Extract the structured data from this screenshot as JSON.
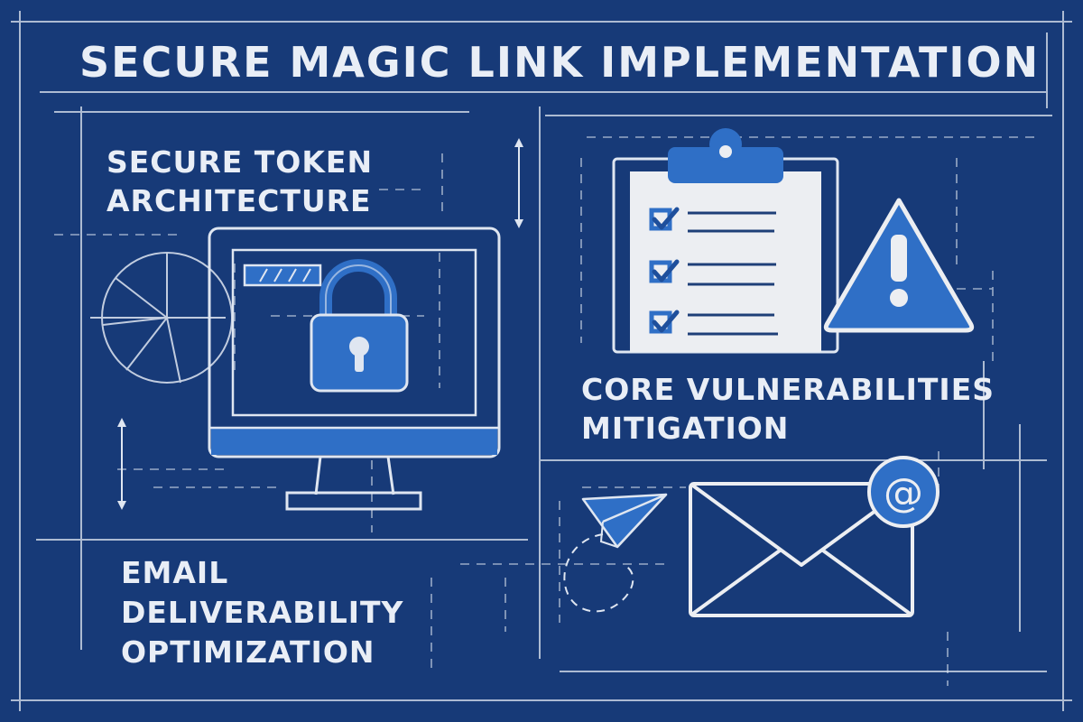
{
  "title": "SECURE MAGIC LINK IMPLEMENTATION",
  "sections": {
    "token": {
      "line1": "SECURE TOKEN",
      "line2": "ARCHITECTURE"
    },
    "core": {
      "line1": "CORE VULNERABILITIES",
      "line2": "MITIGATION"
    },
    "email": {
      "line1": "EMAIL",
      "line2": "DELIVERABILITY",
      "line3": "OPTIMIZATION"
    }
  },
  "icons": {
    "monitor": "monitor-icon",
    "padlock": "padlock-icon",
    "clipboard": "clipboard-checklist-icon",
    "warning": "warning-triangle-icon",
    "envelope": "envelope-icon",
    "at_symbol": "at-sign-icon",
    "paper_plane": "paper-plane-icon",
    "pie": "pie-chart-sketch-icon"
  },
  "colors": {
    "background": "#173a78",
    "line": "#dfe6f1",
    "accent_blue": "#2f6fc6",
    "paper": "#eceef2"
  }
}
